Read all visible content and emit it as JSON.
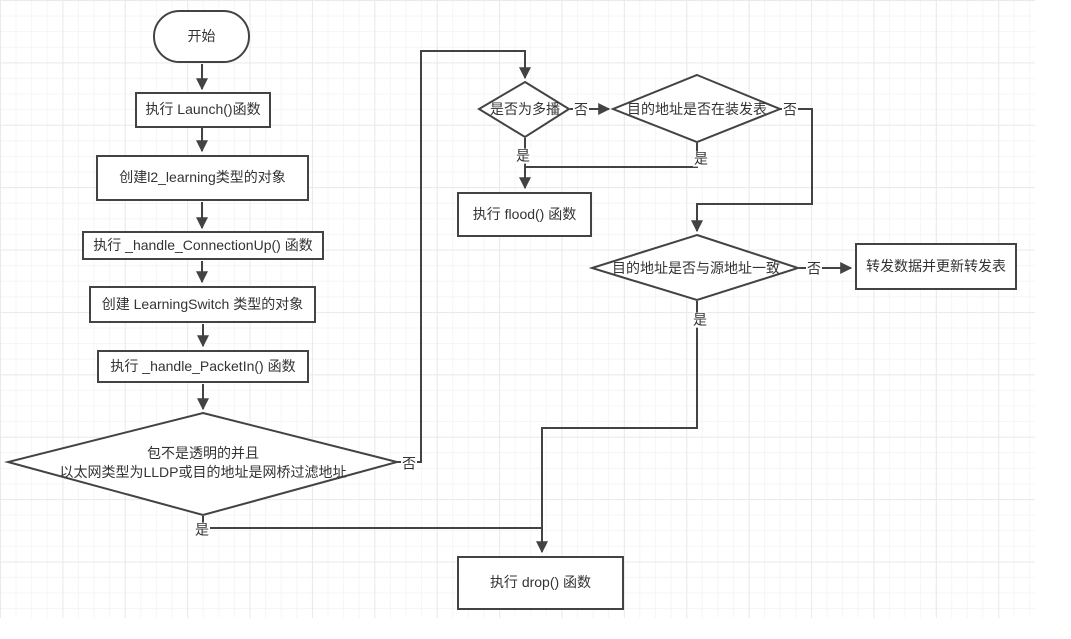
{
  "colors": {
    "stroke": "#434343",
    "text": "#333333",
    "node_fill": "#ffffff",
    "grid_minor": "#f5f5f5",
    "grid_major": "#eaeaea"
  },
  "nodes": {
    "start": {
      "label": "开始",
      "shape": "terminator"
    },
    "launch": {
      "label": "执行 Launch()函数",
      "shape": "process"
    },
    "create_l2": {
      "label": "创建l2_learning类型的对象",
      "shape": "process"
    },
    "handle_connection_up": {
      "label": "执行 _handle_ConnectionUp() 函数",
      "shape": "process"
    },
    "create_learning_switch": {
      "label": "创建 LearningSwitch 类型的对象",
      "shape": "process"
    },
    "handle_packet_in": {
      "label": "执行 _handle_PacketIn() 函数",
      "shape": "process"
    },
    "check_ignore": {
      "label": "包不是透明的并且\n以太网类型为LLDP或目的地址是网桥过滤地址",
      "shape": "decision"
    },
    "check_multicast": {
      "label": "是否为多播",
      "shape": "decision"
    },
    "check_in_table": {
      "label": "目的地址是否在装发表",
      "shape": "decision"
    },
    "flood": {
      "label": "执行 flood() 函数",
      "shape": "process"
    },
    "check_same_address": {
      "label": "目的地址是否与源地址一致",
      "shape": "decision"
    },
    "forward_update": {
      "label": "转发数据并更新转发表",
      "shape": "process"
    },
    "drop": {
      "label": "执行 drop() 函数",
      "shape": "process"
    }
  },
  "edges": [
    {
      "from": "start",
      "to": "launch",
      "label": ""
    },
    {
      "from": "launch",
      "to": "create_l2",
      "label": ""
    },
    {
      "from": "create_l2",
      "to": "handle_connection_up",
      "label": ""
    },
    {
      "from": "handle_connection_up",
      "to": "create_learning_switch",
      "label": ""
    },
    {
      "from": "create_learning_switch",
      "to": "handle_packet_in",
      "label": ""
    },
    {
      "from": "handle_packet_in",
      "to": "check_ignore",
      "label": ""
    },
    {
      "from": "check_ignore",
      "to": "check_multicast",
      "label": "否"
    },
    {
      "from": "check_ignore",
      "to": "drop",
      "label": "是"
    },
    {
      "from": "check_multicast",
      "to": "flood",
      "label": "是"
    },
    {
      "from": "check_multicast",
      "to": "check_in_table",
      "label": "否"
    },
    {
      "from": "check_in_table",
      "to": "flood",
      "label": "是"
    },
    {
      "from": "check_in_table",
      "to": "check_same_address",
      "label": "否"
    },
    {
      "from": "check_same_address",
      "to": "forward_update",
      "label": "否"
    },
    {
      "from": "check_same_address",
      "to": "drop",
      "label": "是"
    }
  ]
}
